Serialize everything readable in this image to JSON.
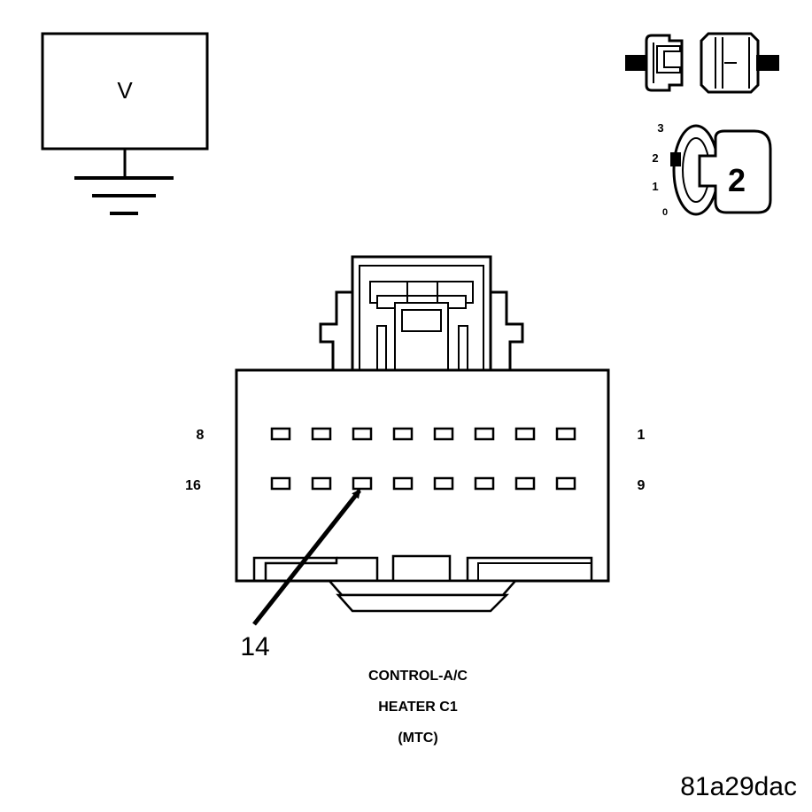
{
  "colors": {
    "line": "#000000",
    "fill": "#ffffff",
    "connector_shade": "#e6e6e6"
  },
  "voltmeter": {
    "icon": "voltmeter-icon",
    "label": "V"
  },
  "unplug_icon": "connector-unplugged-icon",
  "ignition": {
    "icon": "ignition-key-icon",
    "positions": [
      "3",
      "2",
      "1",
      "0"
    ],
    "selected": "2"
  },
  "connector": {
    "icon": "connector-face-icon",
    "row1_left_label": "8",
    "row1_right_label": "1",
    "row2_left_label": "16",
    "row2_right_label": "9",
    "cavities_per_row": 8,
    "pointer_label": "14",
    "pointer_cavity": 14,
    "name_line1": "CONTROL-A/C",
    "name_line2": "HEATER C1",
    "name_line3": "(MTC)"
  },
  "figure_id": "81a29dac"
}
